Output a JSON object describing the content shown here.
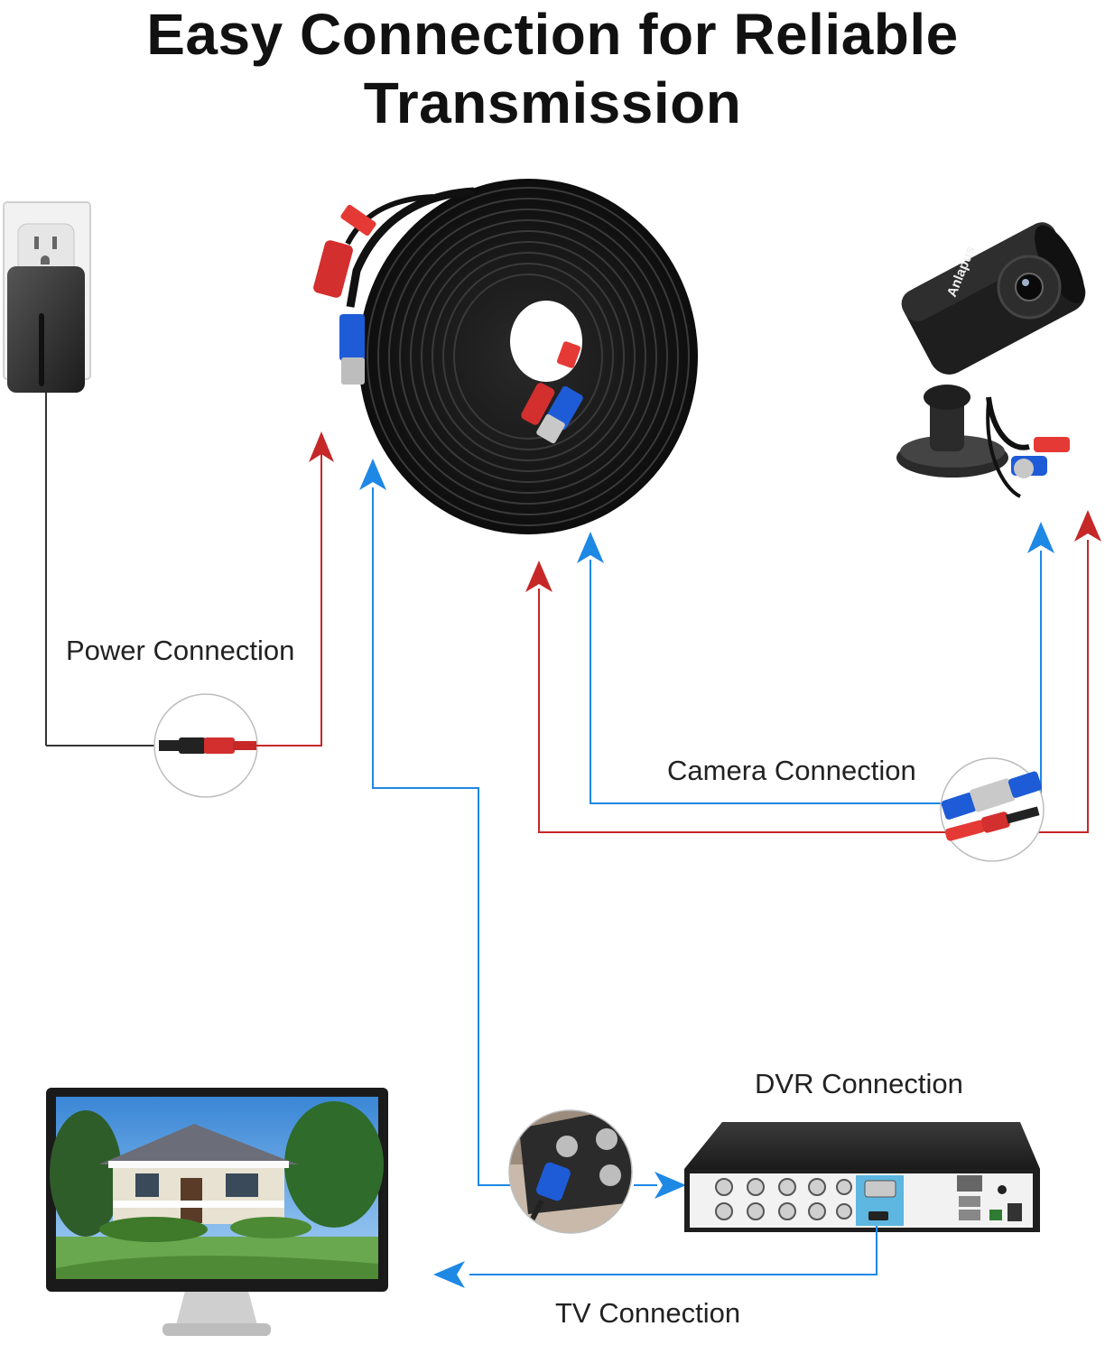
{
  "title": {
    "line1": "Easy Connection for Reliable",
    "line2": "Transmission"
  },
  "labels": {
    "power": "Power Connection",
    "camera": "Camera Connection",
    "dvr": "DVR Connection",
    "tv": "TV Connection"
  },
  "camera_brand": "Anlapus",
  "colors": {
    "power_line": "#c62828",
    "video_line": "#1e88e5",
    "cable": "#1a1a1a",
    "dvr_vga_panel": "#5db7e0"
  },
  "icons": [
    "wall-outlet-icon",
    "power-adapter-icon",
    "coiled-bnc-cable-icon",
    "bullet-camera-icon",
    "monitor-icon",
    "dvr-icon"
  ]
}
